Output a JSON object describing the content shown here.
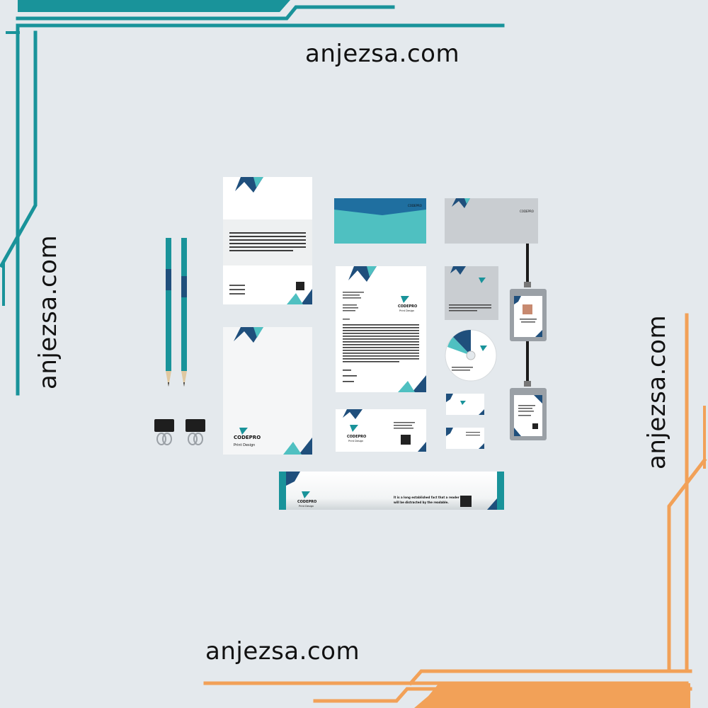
{
  "watermark": {
    "top": "anjezsa.com",
    "left": "anjezsa.com",
    "right": "anjezsa.com",
    "bottom": "anjezsa.com"
  },
  "brand": {
    "name": "CODEPRO",
    "tagline": "Print Design",
    "poster_line1": "It is a long established fact that a reader",
    "poster_line2": "will be distracted by the readable."
  },
  "colors": {
    "teal": "#19939a",
    "orange": "#f2a158",
    "navy": "#1f4f7c",
    "aqua": "#4fc0c1",
    "background": "#e4e9ed"
  },
  "icons": [
    "pencil-icon",
    "binder-clip-icon",
    "qr-code-icon",
    "lanyard-icon"
  ]
}
